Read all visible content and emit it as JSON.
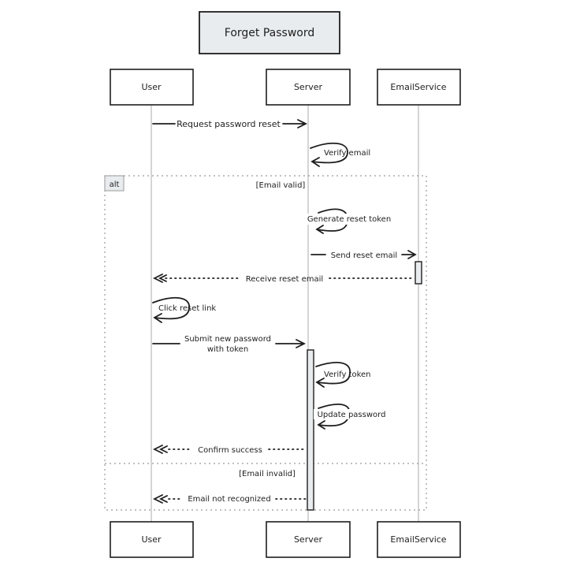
{
  "title": "Forget Password",
  "participants": [
    "User",
    "Server",
    "EmailService"
  ],
  "frame": {
    "label": "alt",
    "conditions": [
      "[Email valid]",
      "[Email invalid]"
    ]
  },
  "messages": [
    "Request password reset",
    "Verify email",
    "Generate reset token",
    "Send reset email",
    "Receive reset email",
    "Click reset link",
    "Submit new password",
    "with token",
    "Verify token",
    "Update password",
    "Confirm success",
    "Email not recognized"
  ]
}
